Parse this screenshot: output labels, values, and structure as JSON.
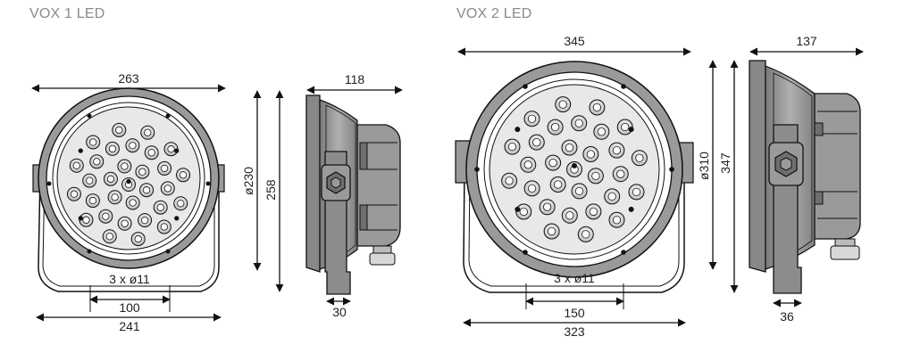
{
  "products": [
    {
      "title": "VOX 1 LED",
      "dims": {
        "front_width": "263",
        "diameter": "ø230",
        "height": "258",
        "side_depth": "118",
        "holes": "3 x ø11",
        "hole_spacing": "100",
        "bracket_width": "241",
        "bracket_thickness": "30"
      }
    },
    {
      "title": "VOX 2 LED",
      "dims": {
        "front_width": "345",
        "diameter": "ø310",
        "height": "347",
        "side_depth": "137",
        "holes": "3 x ø11",
        "hole_spacing": "150",
        "bracket_width": "323",
        "bracket_thickness": "36"
      }
    }
  ],
  "colors": {
    "line": "#111111",
    "body_gray": "#9a9a9a",
    "dark_gray": "#6e6e6e",
    "light_face": "#e8e8e8",
    "title": "#8a8a8a"
  },
  "icons": [
    "led-fixture-front-view",
    "led-fixture-side-view",
    "dimension-arrow"
  ]
}
